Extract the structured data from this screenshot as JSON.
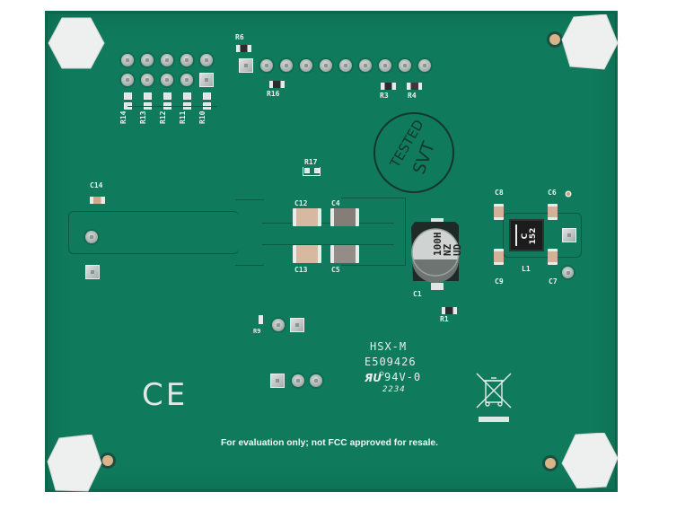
{
  "image": {
    "subject": "Evaluation PCB board, bottom side",
    "board_color": "#0f7a5c",
    "silkscreen_color": "#e9f1ee",
    "background_color": "#ffffff"
  },
  "resistor_array": {
    "labels": [
      "R14",
      "R13",
      "R12",
      "R11",
      "R10"
    ]
  },
  "header_row": {
    "top_label": "R6",
    "bottom_left_label": "R16",
    "bottom_right_labels": [
      "R3",
      "R4"
    ],
    "pin_count": 10
  },
  "inspection_stamp": {
    "line1": "TESTED",
    "line2": "SVT"
  },
  "components": {
    "r17": "R17",
    "c14": "C14",
    "c12": "C12",
    "c4": "C4",
    "c13": "C13",
    "c5": "C5",
    "c1": "C1",
    "r1": "R1",
    "c8": "C8",
    "c6": "C6",
    "c9": "C9",
    "c7": "C7",
    "l1": "L1",
    "r9": "R9"
  },
  "electrolytic_cap_marking": {
    "line1": "100H",
    "line2": "NZ",
    "line3": "UD"
  },
  "inductor_marking": {
    "line1": "C",
    "line2": "152"
  },
  "board_markings": {
    "line1": "HSX-M",
    "line2": "E509426",
    "ul_rating": "94V-0",
    "date_code": "2234"
  },
  "certification": {
    "ce_mark": "CE",
    "weee_icon": "crossed-out-wheelie-bin"
  },
  "footer_note": "For evaluation only; not FCC approved for resale."
}
